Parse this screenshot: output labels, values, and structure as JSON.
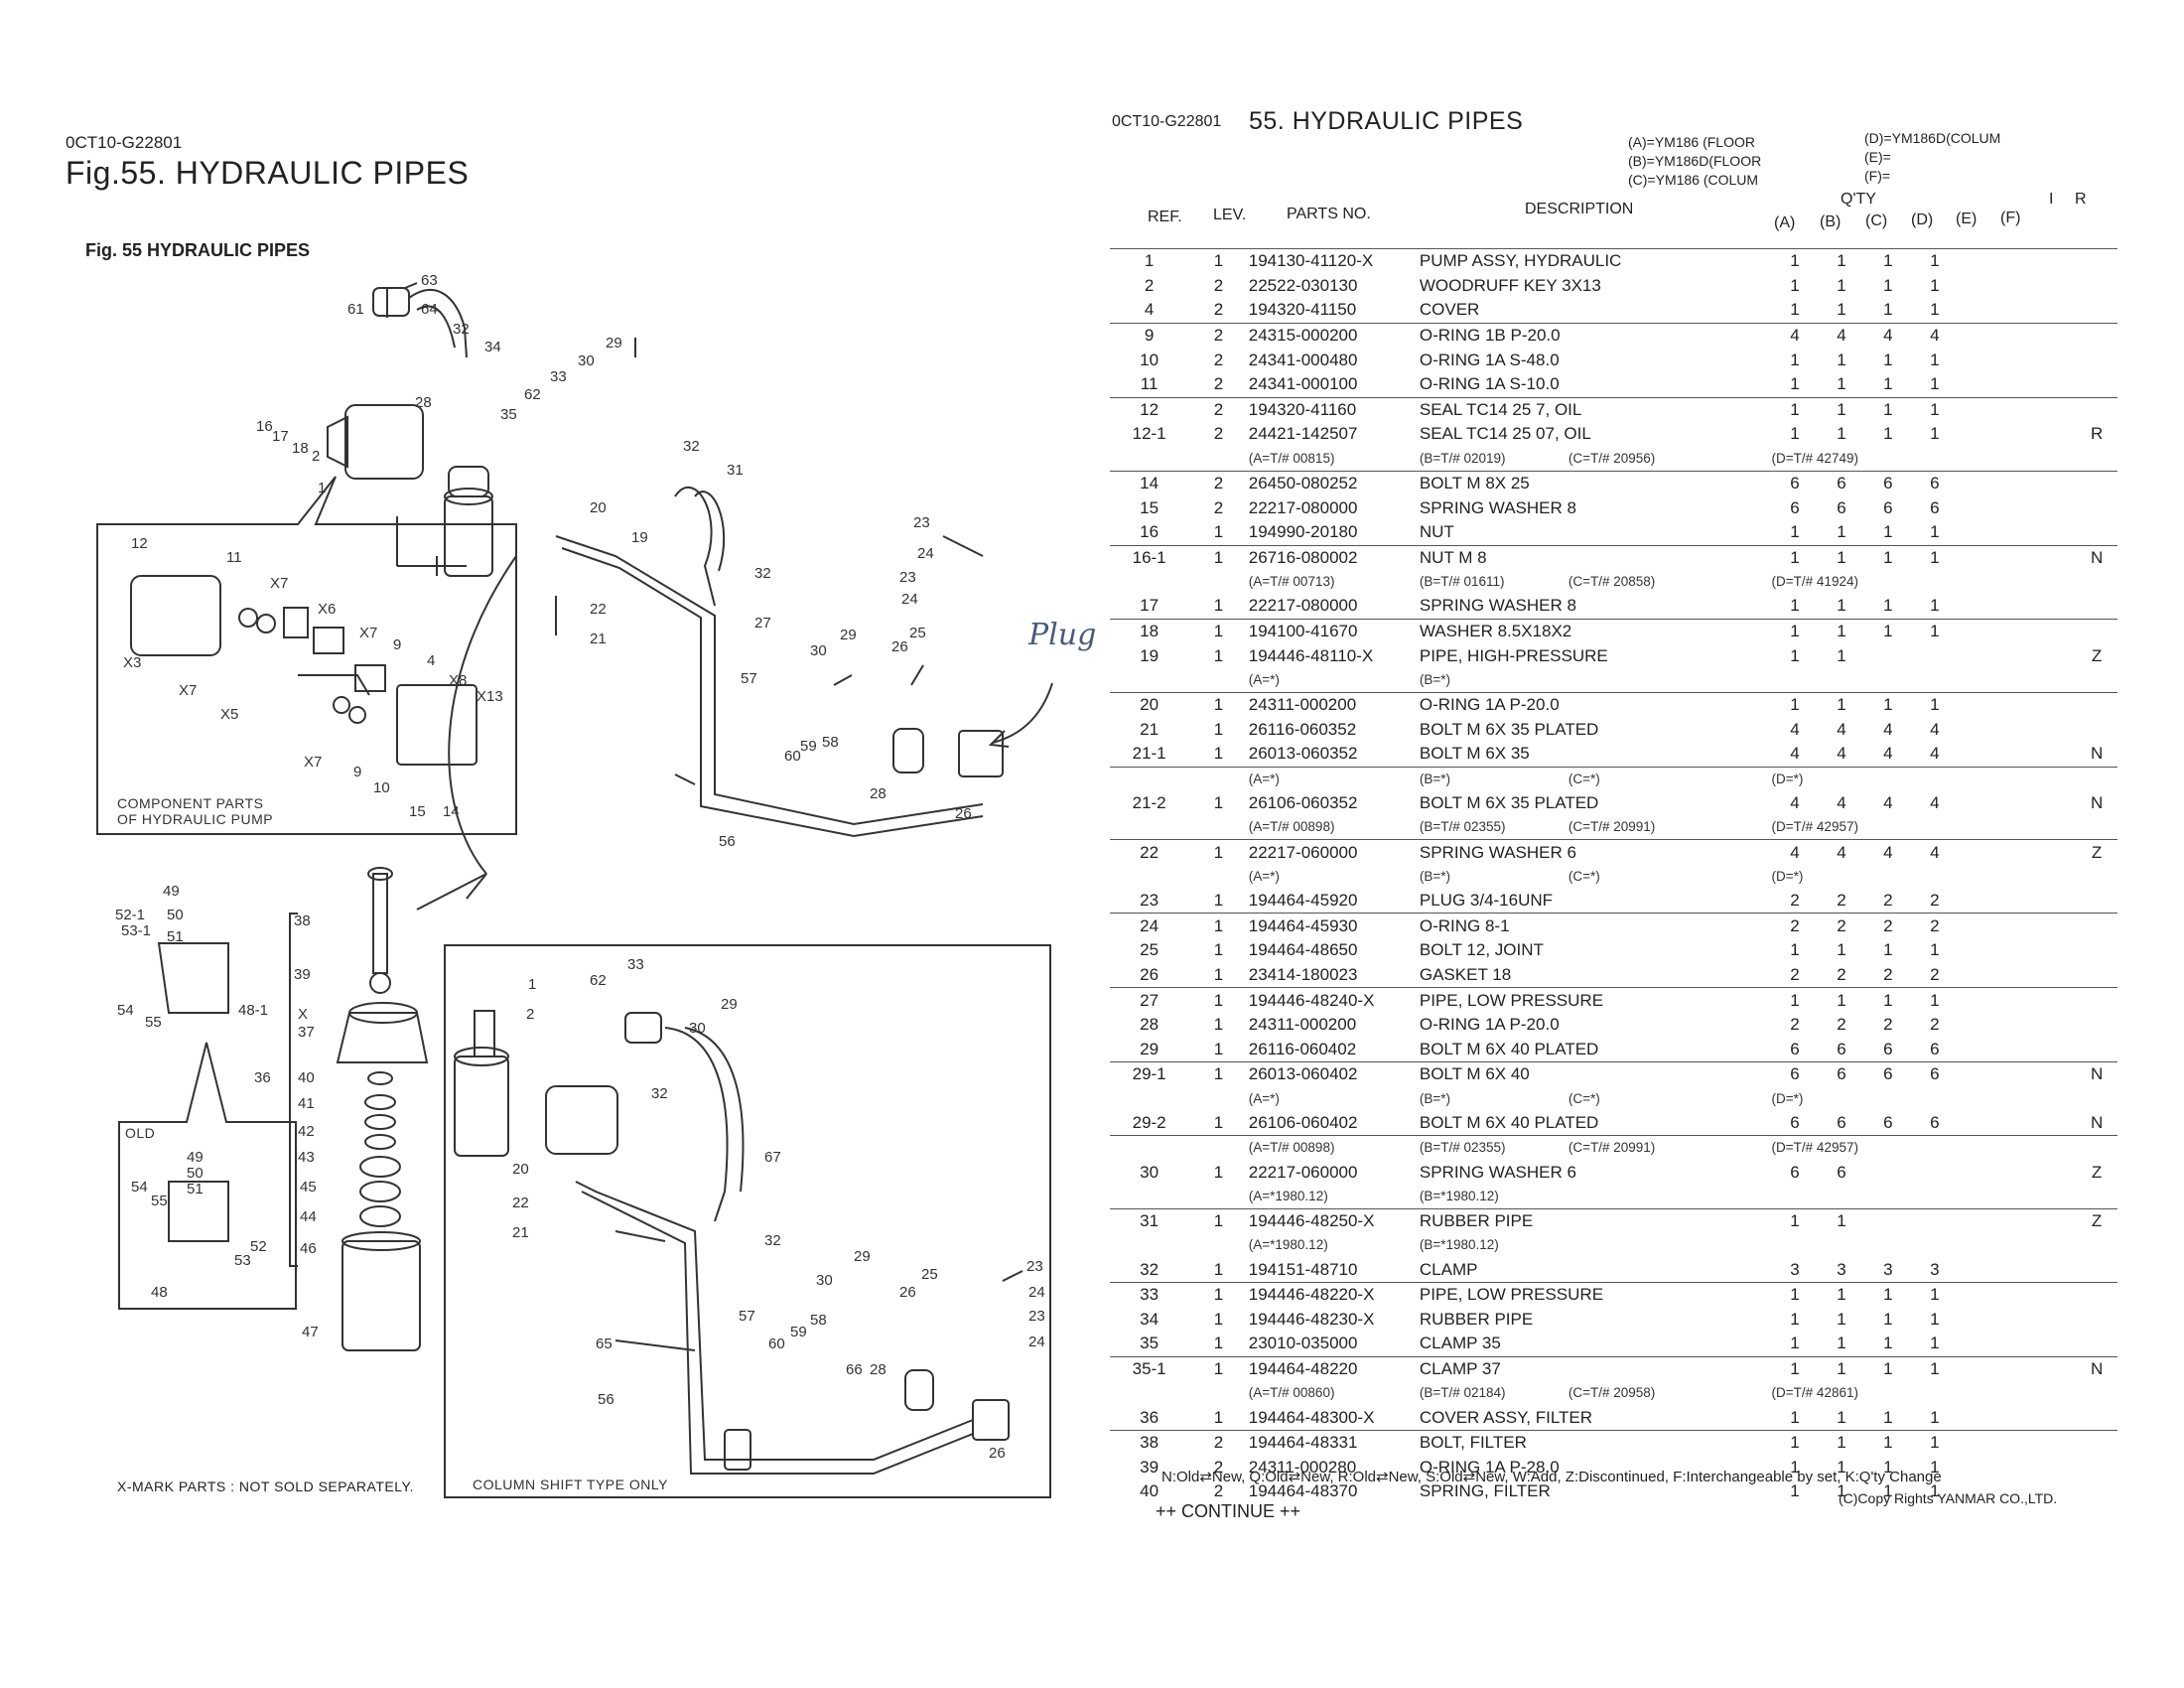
{
  "left_page": {
    "code": "0CT10-G22801",
    "title": "Fig.55.  HYDRAULIC PIPES",
    "fig_label": "Fig. 55   HYDRAULIC PIPES",
    "component_box_caption": [
      "COMPONENT PARTS",
      "OF  HYDRAULIC PUMP"
    ],
    "old_box_caption": "OLD",
    "column_box_caption": "COLUMN  SHIFT  TYPE ONLY",
    "xmark_note": "X-MARK PARTS : NOT SOLD SEPARATELY.",
    "handwritten_note": "Plug",
    "callouts": {
      "main": [
        "63",
        "61",
        "64",
        "32",
        "34",
        "28",
        "16",
        "17",
        "18",
        "2",
        "1",
        "35",
        "62",
        "33",
        "30",
        "29",
        "32",
        "31",
        "20",
        "19",
        "22",
        "21",
        "23",
        "24",
        "23",
        "24",
        "32",
        "27",
        "57",
        "29",
        "26",
        "25",
        "30",
        "58",
        "60",
        "59",
        "28",
        "26",
        "56"
      ],
      "component": [
        "12",
        "11",
        "X7",
        "X6",
        "X7",
        "X3",
        "X7",
        "X5",
        "X7",
        "4",
        "X8",
        "X13",
        "9",
        "10",
        "9",
        "15",
        "14"
      ],
      "filter": [
        "49",
        "52-1",
        "50",
        "53-1",
        "51",
        "54",
        "55",
        "48-1",
        "38",
        "39",
        "X",
        "37",
        "36",
        "40",
        "41",
        "42",
        "43",
        "45",
        "44",
        "46",
        "47"
      ],
      "old": [
        "49",
        "50",
        "51",
        "54",
        "55",
        "52",
        "53",
        "48"
      ],
      "column": [
        "1",
        "2",
        "62",
        "33",
        "29",
        "30",
        "32",
        "20",
        "22",
        "21",
        "67",
        "32",
        "29",
        "30",
        "26",
        "25",
        "23",
        "24",
        "23",
        "24",
        "57",
        "58",
        "59",
        "60",
        "66",
        "28",
        "65",
        "56",
        "26"
      ]
    }
  },
  "right_page": {
    "code": "0CT10-G22801",
    "title": "55.  HYDRAULIC PIPES",
    "models_left": [
      "(A)=YM186 (FLOOR",
      "(B)=YM186D(FLOOR",
      "(C)=YM186 (COLUM"
    ],
    "models_right": [
      "(D)=YM186D(COLUM",
      "(E)=",
      "(F)="
    ],
    "headers": {
      "ref": "REF.",
      "lev": "LEV.",
      "parts_no": "PARTS NO.",
      "description": "DESCRIPTION",
      "qty": "Q'TY",
      "cols": [
        "(A)",
        "(B)",
        "(C)",
        "(D)",
        "(E)",
        "(F)"
      ],
      "i": "I",
      "r": "R"
    },
    "rows": [
      {
        "sep": true,
        "ref": "1",
        "lev": "1",
        "pno": "194130-41120-X",
        "desc": "PUMP ASSY, HYDRAULIC",
        "q": [
          "1",
          "1",
          "1",
          "1"
        ],
        "r": ""
      },
      {
        "ref": "2",
        "lev": "2",
        "pno": "22522-030130",
        "desc": "WOODRUFF KEY 3X13",
        "q": [
          "1",
          "1",
          "1",
          "1"
        ],
        "r": ""
      },
      {
        "ref": "4",
        "lev": "2",
        "pno": "194320-41150",
        "desc": "COVER",
        "q": [
          "1",
          "1",
          "1",
          "1"
        ],
        "r": ""
      },
      {
        "sep": true,
        "ref": "9",
        "lev": "2",
        "pno": "24315-000200",
        "desc": "O-RING 1B P-20.0",
        "q": [
          "4",
          "4",
          "4",
          "4"
        ],
        "r": ""
      },
      {
        "ref": "10",
        "lev": "2",
        "pno": "24341-000480",
        "desc": "O-RING 1A S-48.0",
        "q": [
          "1",
          "1",
          "1",
          "1"
        ],
        "r": ""
      },
      {
        "ref": "11",
        "lev": "2",
        "pno": "24341-000100",
        "desc": "O-RING 1A S-10.0",
        "q": [
          "1",
          "1",
          "1",
          "1"
        ],
        "r": ""
      },
      {
        "sep": true,
        "ref": "12",
        "lev": "2",
        "pno": "194320-41160",
        "desc": "SEAL TC14 25 7, OIL",
        "q": [
          "1",
          "1",
          "1",
          "1"
        ],
        "r": ""
      },
      {
        "ref": "12-1",
        "lev": "2",
        "pno": "24421-142507",
        "desc": "SEAL TC14 25 07, OIL",
        "q": [
          "1",
          "1",
          "1",
          "1"
        ],
        "r": "R"
      },
      {
        "note": [
          "(A=T/# 00815)",
          "(B=T/# 02019)",
          "(C=T/# 20956)",
          "(D=T/# 42749)"
        ]
      },
      {
        "sep": true,
        "ref": "14",
        "lev": "2",
        "pno": "26450-080252",
        "desc": "BOLT M 8X 25",
        "q": [
          "6",
          "6",
          "6",
          "6"
        ],
        "r": ""
      },
      {
        "ref": "15",
        "lev": "2",
        "pno": "22217-080000",
        "desc": "SPRING WASHER  8",
        "q": [
          "6",
          "6",
          "6",
          "6"
        ],
        "r": ""
      },
      {
        "ref": "16",
        "lev": "1",
        "pno": "194990-20180",
        "desc": "NUT",
        "q": [
          "1",
          "1",
          "1",
          "1"
        ],
        "r": ""
      },
      {
        "sep": true,
        "ref": "16-1",
        "lev": "1",
        "pno": "26716-080002",
        "desc": "NUT M 8",
        "q": [
          "1",
          "1",
          "1",
          "1"
        ],
        "r": "N"
      },
      {
        "note": [
          "(A=T/# 00713)",
          "(B=T/# 01611)",
          "(C=T/# 20858)",
          "(D=T/# 41924)"
        ]
      },
      {
        "ref": "17",
        "lev": "1",
        "pno": "22217-080000",
        "desc": "SPRING WASHER  8",
        "q": [
          "1",
          "1",
          "1",
          "1"
        ],
        "r": ""
      },
      {
        "sep": true,
        "ref": "18",
        "lev": "1",
        "pno": "194100-41670",
        "desc": "WASHER 8.5X18X2",
        "q": [
          "1",
          "1",
          "1",
          "1"
        ],
        "r": ""
      },
      {
        "ref": "19",
        "lev": "1",
        "pno": "194446-48110-X",
        "desc": "PIPE, HIGH-PRESSURE",
        "q": [
          "1",
          "1",
          "",
          ""
        ],
        "r": "Z"
      },
      {
        "note": [
          "(A=*)",
          "(B=*)",
          "",
          ""
        ]
      },
      {
        "sep": true,
        "ref": "20",
        "lev": "1",
        "pno": "24311-000200",
        "desc": "O-RING 1A P-20.0",
        "q": [
          "1",
          "1",
          "1",
          "1"
        ],
        "r": ""
      },
      {
        "ref": "21",
        "lev": "1",
        "pno": "26116-060352",
        "desc": "BOLT M 6X 35 PLATED",
        "q": [
          "4",
          "4",
          "4",
          "4"
        ],
        "r": ""
      },
      {
        "ref": "21-1",
        "lev": "1",
        "pno": "26013-060352",
        "desc": "BOLT M 6X 35",
        "q": [
          "4",
          "4",
          "4",
          "4"
        ],
        "r": "N"
      },
      {
        "sep": true,
        "note": [
          "(A=*)",
          "(B=*)",
          "(C=*)",
          "(D=*)"
        ]
      },
      {
        "ref": "21-2",
        "lev": "1",
        "pno": "26106-060352",
        "desc": "BOLT M 6X 35 PLATED",
        "q": [
          "4",
          "4",
          "4",
          "4"
        ],
        "r": "N"
      },
      {
        "note": [
          "(A=T/# 00898)",
          "(B=T/# 02355)",
          "(C=T/# 20991)",
          "(D=T/# 42957)"
        ]
      },
      {
        "sep": true,
        "ref": "22",
        "lev": "1",
        "pno": "22217-060000",
        "desc": "SPRING WASHER  6",
        "q": [
          "4",
          "4",
          "4",
          "4"
        ],
        "r": "Z"
      },
      {
        "note": [
          "(A=*)",
          "(B=*)",
          "(C=*)",
          "(D=*)"
        ]
      },
      {
        "ref": "23",
        "lev": "1",
        "pno": "194464-45920",
        "desc": "PLUG 3/4-16UNF",
        "q": [
          "2",
          "2",
          "2",
          "2"
        ],
        "r": ""
      },
      {
        "sep": true,
        "ref": "24",
        "lev": "1",
        "pno": "194464-45930",
        "desc": "O-RING 8-1",
        "q": [
          "2",
          "2",
          "2",
          "2"
        ],
        "r": ""
      },
      {
        "ref": "25",
        "lev": "1",
        "pno": "194464-48650",
        "desc": "BOLT 12, JOINT",
        "q": [
          "1",
          "1",
          "1",
          "1"
        ],
        "r": ""
      },
      {
        "ref": "26",
        "lev": "1",
        "pno": "23414-180023",
        "desc": "GASKET 18",
        "q": [
          "2",
          "2",
          "2",
          "2"
        ],
        "r": ""
      },
      {
        "sep": true,
        "ref": "27",
        "lev": "1",
        "pno": "194446-48240-X",
        "desc": "PIPE, LOW PRESSURE",
        "q": [
          "1",
          "1",
          "1",
          "1"
        ],
        "r": ""
      },
      {
        "ref": "28",
        "lev": "1",
        "pno": "24311-000200",
        "desc": "O-RING 1A P-20.0",
        "q": [
          "2",
          "2",
          "2",
          "2"
        ],
        "r": ""
      },
      {
        "ref": "29",
        "lev": "1",
        "pno": "26116-060402",
        "desc": "BOLT M 6X 40 PLATED",
        "q": [
          "6",
          "6",
          "6",
          "6"
        ],
        "r": ""
      },
      {
        "sep": true,
        "ref": "29-1",
        "lev": "1",
        "pno": "26013-060402",
        "desc": "BOLT M 6X 40",
        "q": [
          "6",
          "6",
          "6",
          "6"
        ],
        "r": "N"
      },
      {
        "note": [
          "(A=*)",
          "(B=*)",
          "(C=*)",
          "(D=*)"
        ]
      },
      {
        "ref": "29-2",
        "lev": "1",
        "pno": "26106-060402",
        "desc": "BOLT M 6X 40 PLATED",
        "q": [
          "6",
          "6",
          "6",
          "6"
        ],
        "r": "N"
      },
      {
        "sep": true,
        "note": [
          "(A=T/# 00898)",
          "(B=T/# 02355)",
          "(C=T/# 20991)",
          "(D=T/# 42957)"
        ]
      },
      {
        "ref": "30",
        "lev": "1",
        "pno": "22217-060000",
        "desc": "SPRING WASHER  6",
        "q": [
          "6",
          "6",
          "",
          ""
        ],
        "r": "Z"
      },
      {
        "note": [
          "(A=*1980.12)",
          "(B=*1980.12)",
          "",
          ""
        ]
      },
      {
        "sep": true,
        "ref": "31",
        "lev": "1",
        "pno": "194446-48250-X",
        "desc": "RUBBER PIPE",
        "q": [
          "1",
          "1",
          "",
          ""
        ],
        "r": "Z"
      },
      {
        "note": [
          "(A=*1980.12)",
          "(B=*1980.12)",
          "",
          ""
        ]
      },
      {
        "ref": "32",
        "lev": "1",
        "pno": "194151-48710",
        "desc": "CLAMP",
        "q": [
          "3",
          "3",
          "3",
          "3"
        ],
        "r": ""
      },
      {
        "sep": true,
        "ref": "33",
        "lev": "1",
        "pno": "194446-48220-X",
        "desc": "PIPE, LOW PRESSURE",
        "q": [
          "1",
          "1",
          "1",
          "1"
        ],
        "r": ""
      },
      {
        "ref": "34",
        "lev": "1",
        "pno": "194446-48230-X",
        "desc": "RUBBER PIPE",
        "q": [
          "1",
          "1",
          "1",
          "1"
        ],
        "r": ""
      },
      {
        "ref": "35",
        "lev": "1",
        "pno": "23010-035000",
        "desc": "CLAMP 35",
        "q": [
          "1",
          "1",
          "1",
          "1"
        ],
        "r": ""
      },
      {
        "sep": true,
        "ref": "35-1",
        "lev": "1",
        "pno": "194464-48220",
        "desc": "CLAMP 37",
        "q": [
          "1",
          "1",
          "1",
          "1"
        ],
        "r": "N"
      },
      {
        "note": [
          "(A=T/# 00860)",
          "(B=T/# 02184)",
          "(C=T/# 20958)",
          "(D=T/# 42861)"
        ]
      },
      {
        "ref": "36",
        "lev": "1",
        "pno": "194464-48300-X",
        "desc": "COVER ASSY, FILTER",
        "q": [
          "1",
          "1",
          "1",
          "1"
        ],
        "r": ""
      },
      {
        "sep": true,
        "ref": "38",
        "lev": "2",
        "pno": "194464-48331",
        "desc": "BOLT, FILTER",
        "q": [
          "1",
          "1",
          "1",
          "1"
        ],
        "r": ""
      },
      {
        "ref": "39",
        "lev": "2",
        "pno": "24311-000280",
        "desc": "O-RING 1A P-28.0",
        "q": [
          "1",
          "1",
          "1",
          "1"
        ],
        "r": ""
      },
      {
        "ref": "40",
        "lev": "2",
        "pno": "194464-48370",
        "desc": "SPRING, FILTER",
        "q": [
          "1",
          "1",
          "1",
          "1"
        ],
        "r": ""
      }
    ],
    "legend": "N:Old⇄New, Q:Old⇄New, R:Old⇄New, S:Old⇄New, W:Add, Z:Discontinued, F:Interchangeable by set, K:Q'ty Change",
    "continue": "++ CONTINUE ++",
    "copyright": "(C)Copy Rights YANMAR CO.,LTD."
  }
}
